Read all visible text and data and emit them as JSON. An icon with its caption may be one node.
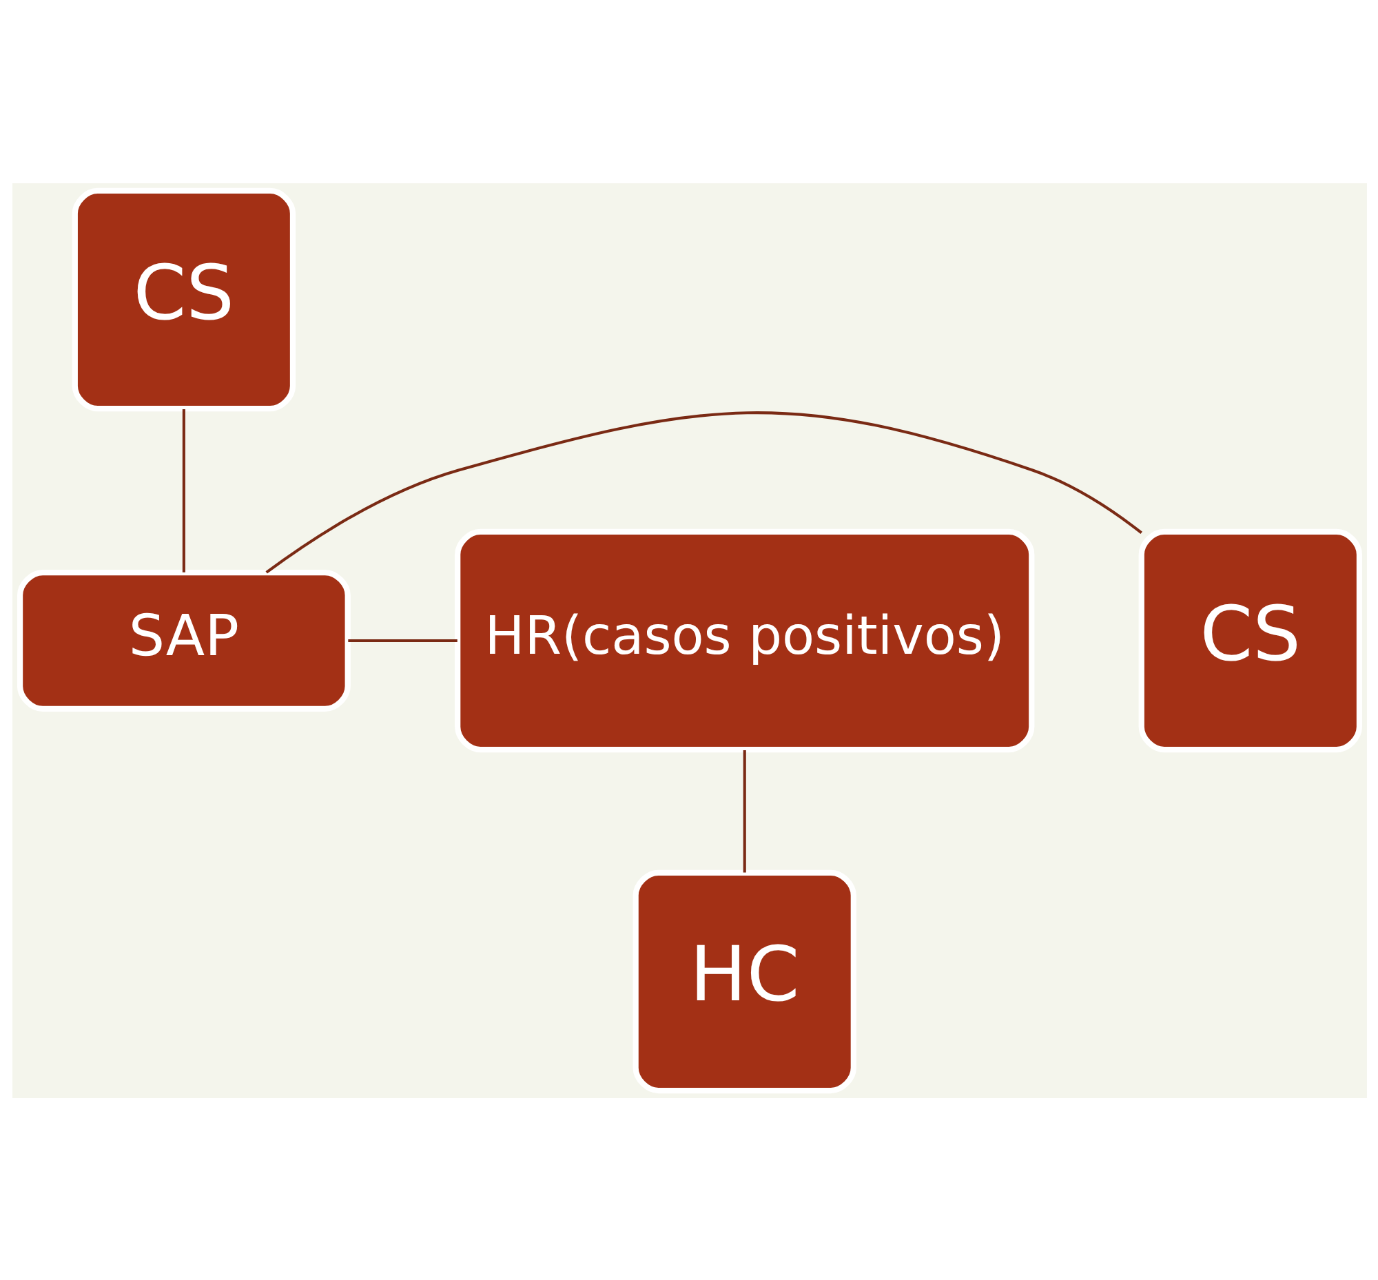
{
  "diagram": {
    "nodes": [
      {
        "text": [
          "CS"
        ]
      },
      {
        "text": [
          "SAP"
        ]
      },
      {
        "text": [
          "CS"
        ]
      },
      {
        "text": [
          "HR(casos positivos)"
        ]
      },
      {
        "text": [
          "HC"
        ]
      }
    ],
    "edges": [
      {
        "from": 0,
        "to": 1,
        "arrow": "none"
      },
      {
        "from": 1,
        "to": 2,
        "arrow": "none"
      },
      {
        "from": 1,
        "to": 3,
        "arrow": "none"
      },
      {
        "from": 3,
        "to": 4,
        "arrow": "none"
      }
    ]
  }
}
